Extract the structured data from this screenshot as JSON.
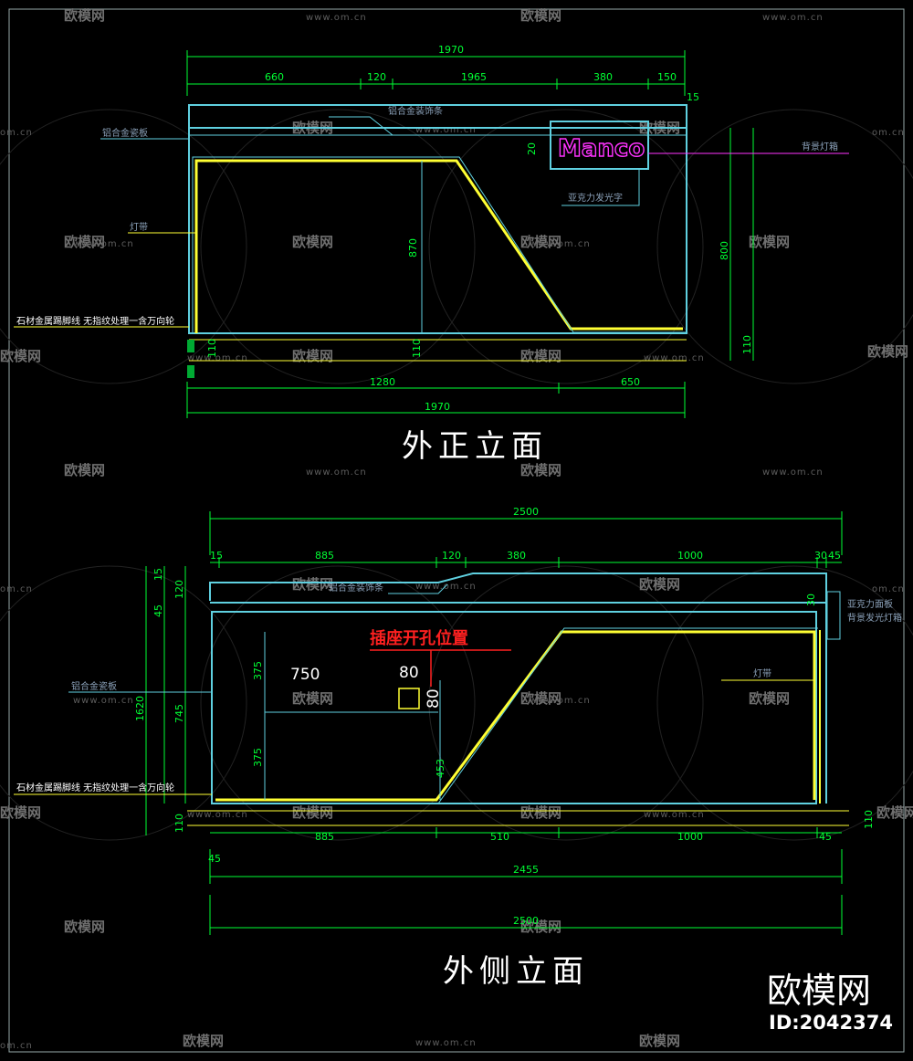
{
  "colors": {
    "background": "#000000",
    "frame": "#5fd0e0",
    "counter": "#ffff33",
    "dimension": "#00ff33",
    "logo": "#ff33ff",
    "callout_red": "#ff2020"
  },
  "watermark": {
    "brand_text": "欧模网",
    "url_text": "www.om.cn",
    "url_short": "om.cn"
  },
  "front_elevation": {
    "title": "外正立面",
    "total_width_top": "1970",
    "total_width_bottom": "1970",
    "top_segments": [
      "660",
      "120",
      "1965",
      "380",
      "150"
    ],
    "bottom_segments": [
      "1280",
      "650"
    ],
    "bottom_base_left": "110",
    "bottom_base_mid": "110",
    "mid_height": "870",
    "right_dims": [
      "800",
      "110"
    ],
    "right_top_dim": "15",
    "logo_height_dim": "20",
    "logo_text": "Manco",
    "note_left_1": "铝合金瓷板",
    "note_left_2": "灯带",
    "note_left_3": "石材金属踢脚线 无指纹处理一含万向轮",
    "note_top": "铝合金装饰条",
    "note_right": "背景灯箱",
    "note_logo": "亚克力发光字"
  },
  "side_elevation": {
    "title": "外侧立面",
    "total_top": "2500",
    "top_segments": [
      "15",
      "885",
      "120",
      "380",
      "1000",
      "30",
      "45"
    ],
    "left_dims": [
      "15",
      "45",
      "120"
    ],
    "left_total": "1620",
    "left_inner": "745",
    "inner_dim_1": "375",
    "inner_dim_2": "375",
    "socket_label": "插座开孔位置",
    "socket_offset": "750",
    "socket_w": "80",
    "socket_h": "80",
    "slope_dim": "453",
    "right_dim": "30",
    "bottom_segments": [
      "885",
      "510",
      "1000",
      "45"
    ],
    "bottom_left_small": "45",
    "bottom_inner_total": "2455",
    "bottom_total": "2500",
    "left_base": "110",
    "right_base": "110",
    "note_top": "铝合金装饰条",
    "note_left_1": "铝合金瓷板",
    "note_left_2": "石材金属踢脚线 无指纹处理一含万向轮",
    "note_right_1": "亚克力面板",
    "note_right_2": "背景发光灯箱",
    "note_right_3": "灯带"
  },
  "stamp": {
    "brand": "欧模网",
    "id": "ID:2042374"
  }
}
